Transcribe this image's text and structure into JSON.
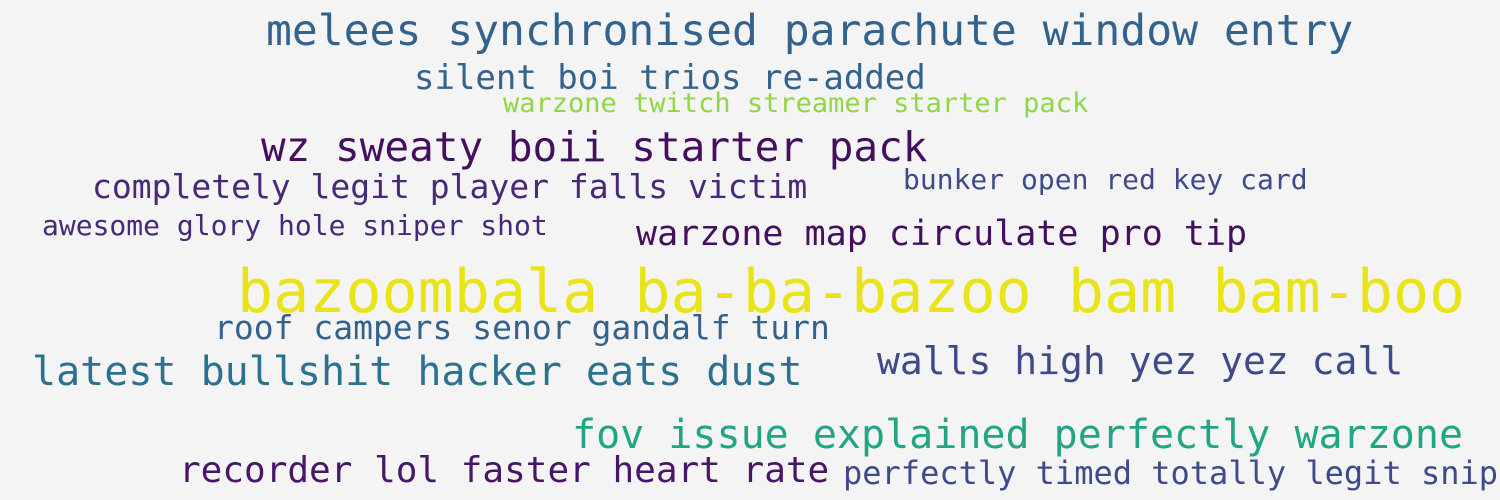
{
  "words": [
    {
      "id": "melees",
      "text": "melees synchronised parachute window entry",
      "color": "#33638d"
    },
    {
      "id": "silent",
      "text": "silent boi trios re-added",
      "color": "#33638d"
    },
    {
      "id": "twitch",
      "text": "warzone twitch streamer starter pack",
      "color": "#8fd744"
    },
    {
      "id": "sweaty",
      "text": "wz sweaty boii starter pack",
      "color": "#440f5f"
    },
    {
      "id": "completely",
      "text": "completely legit player falls victim",
      "color": "#482878"
    },
    {
      "id": "bunker",
      "text": "bunker open red key card",
      "color": "#3e4a89"
    },
    {
      "id": "awesome",
      "text": "awesome glory hole sniper shot",
      "color": "#482878"
    },
    {
      "id": "map",
      "text": "warzone map circulate pro tip",
      "color": "#440f5f"
    },
    {
      "id": "bazoom",
      "text": "bazoombala ba-ba-bazoo bam bam-boo",
      "color": "#e8e419"
    },
    {
      "id": "roof",
      "text": "roof campers senor gandalf turn",
      "color": "#33638d"
    },
    {
      "id": "latest",
      "text": "latest bullshit hacker eats dust",
      "color": "#2c728e"
    },
    {
      "id": "walls",
      "text": "walls high yez yez call",
      "color": "#3e4a89"
    },
    {
      "id": "fov",
      "text": "fov issue explained perfectly warzone",
      "color": "#21a585"
    },
    {
      "id": "recorder",
      "text": "recorder lol faster heart rate",
      "color": "#481668"
    },
    {
      "id": "perfectly",
      "text": "perfectly timed totally legit snip",
      "color": "#3e4a89"
    }
  ]
}
